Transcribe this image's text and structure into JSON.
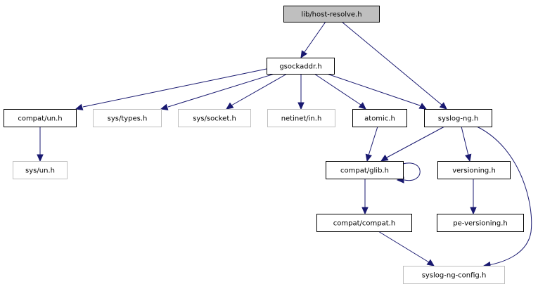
{
  "title": "lib/host-resolve.h include dependency graph",
  "colors": {
    "edge": "#191970",
    "root_fill": "#bfbfbf",
    "documented_border": "#000000",
    "undocumented_border": "#bfbfbf"
  },
  "nodes": [
    {
      "id": "host_resolve",
      "label": "lib/host-resolve.h",
      "kind": "root"
    },
    {
      "id": "gsockaddr",
      "label": "gsockaddr.h",
      "kind": "documented"
    },
    {
      "id": "compat_un",
      "label": "compat/un.h",
      "kind": "documented"
    },
    {
      "id": "sys_types",
      "label": "sys/types.h",
      "kind": "external"
    },
    {
      "id": "sys_socket",
      "label": "sys/socket.h",
      "kind": "external"
    },
    {
      "id": "netinet_in",
      "label": "netinet/in.h",
      "kind": "external"
    },
    {
      "id": "atomic",
      "label": "atomic.h",
      "kind": "documented"
    },
    {
      "id": "syslog_ng",
      "label": "syslog-ng.h",
      "kind": "documented"
    },
    {
      "id": "sys_un",
      "label": "sys/un.h",
      "kind": "external"
    },
    {
      "id": "compat_glib",
      "label": "compat/glib.h",
      "kind": "documented"
    },
    {
      "id": "versioning",
      "label": "versioning.h",
      "kind": "documented"
    },
    {
      "id": "compat_compat",
      "label": "compat/compat.h",
      "kind": "documented"
    },
    {
      "id": "pe_versioning",
      "label": "pe-versioning.h",
      "kind": "documented"
    },
    {
      "id": "syslog_ng_config",
      "label": "syslog-ng-config.h",
      "kind": "external"
    }
  ],
  "edges": [
    {
      "from": "host_resolve",
      "to": "gsockaddr"
    },
    {
      "from": "host_resolve",
      "to": "syslog_ng"
    },
    {
      "from": "gsockaddr",
      "to": "compat_un"
    },
    {
      "from": "gsockaddr",
      "to": "sys_types"
    },
    {
      "from": "gsockaddr",
      "to": "sys_socket"
    },
    {
      "from": "gsockaddr",
      "to": "netinet_in"
    },
    {
      "from": "gsockaddr",
      "to": "atomic"
    },
    {
      "from": "gsockaddr",
      "to": "syslog_ng"
    },
    {
      "from": "compat_un",
      "to": "sys_un"
    },
    {
      "from": "atomic",
      "to": "compat_glib"
    },
    {
      "from": "syslog_ng",
      "to": "compat_glib"
    },
    {
      "from": "syslog_ng",
      "to": "versioning"
    },
    {
      "from": "syslog_ng",
      "to": "syslog_ng_config"
    },
    {
      "from": "compat_glib",
      "to": "compat_glib"
    },
    {
      "from": "compat_glib",
      "to": "compat_compat"
    },
    {
      "from": "versioning",
      "to": "pe_versioning"
    },
    {
      "from": "compat_compat",
      "to": "syslog_ng_config"
    }
  ]
}
